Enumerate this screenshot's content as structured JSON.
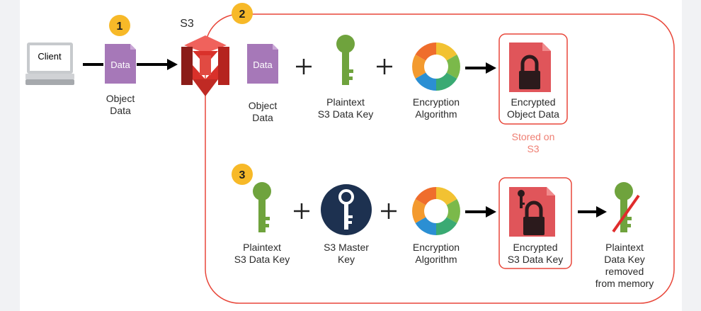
{
  "client": {
    "label": "Client"
  },
  "step1": {
    "number": "1",
    "doc_text": "Data",
    "caption": [
      "Object",
      "Data"
    ]
  },
  "s3": {
    "label": "S3"
  },
  "step2": {
    "number": "2",
    "doc_text": "Data",
    "object_caption": [
      "Object",
      "Data"
    ],
    "key_caption": [
      "Plaintext",
      "S3 Data Key"
    ],
    "algo_caption": [
      "Encryption",
      "Algorithm"
    ],
    "result_caption": [
      "Encrypted",
      "Object Data"
    ],
    "stored_caption": [
      "Stored on",
      "S3"
    ]
  },
  "step3": {
    "number": "3",
    "key_caption": [
      "Plaintext",
      "S3 Data Key"
    ],
    "master_caption": [
      "S3 Master",
      "Key"
    ],
    "algo_caption": [
      "Encryption",
      "Algorithm"
    ],
    "result_caption": [
      "Encrypted",
      "S3 Data Key"
    ],
    "removed_caption": [
      "Plaintext",
      "Data Key",
      "removed",
      "from memory"
    ]
  },
  "colors": {
    "badge": "#f7b928",
    "frame": "#e8473a",
    "doc_purple": "#a678b8",
    "key_green": "#6fa33d",
    "s3_red": "#d9312a",
    "encrypted_fill": "#e0555a",
    "master_navy": "#1d3150"
  }
}
